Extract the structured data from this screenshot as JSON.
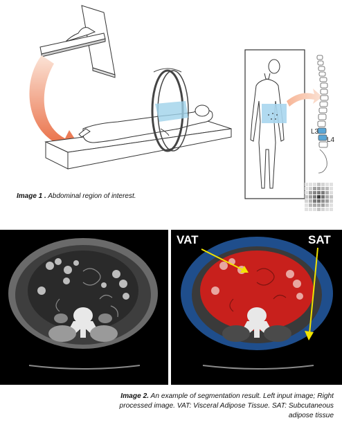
{
  "image1": {
    "caption_label": "Image 1 .",
    "caption_text": "Abdominal region of interest.",
    "vertebra_labels": [
      "L3",
      "L4"
    ]
  },
  "image2": {
    "left_panel": "input image",
    "right_panel": {
      "vat_label": "VAT",
      "sat_label": "SAT",
      "vat_color": "#c8201c",
      "sat_color": "#1f4e8c",
      "arrow_color": "#f2e400"
    },
    "caption_label": "Image 2.",
    "caption_lines": [
      "An example of segmentation result. Left input image; Right",
      "processed image. VAT: Visceral Adipose Tissue. SAT: Subcutaneous",
      "adipose tissue"
    ]
  }
}
